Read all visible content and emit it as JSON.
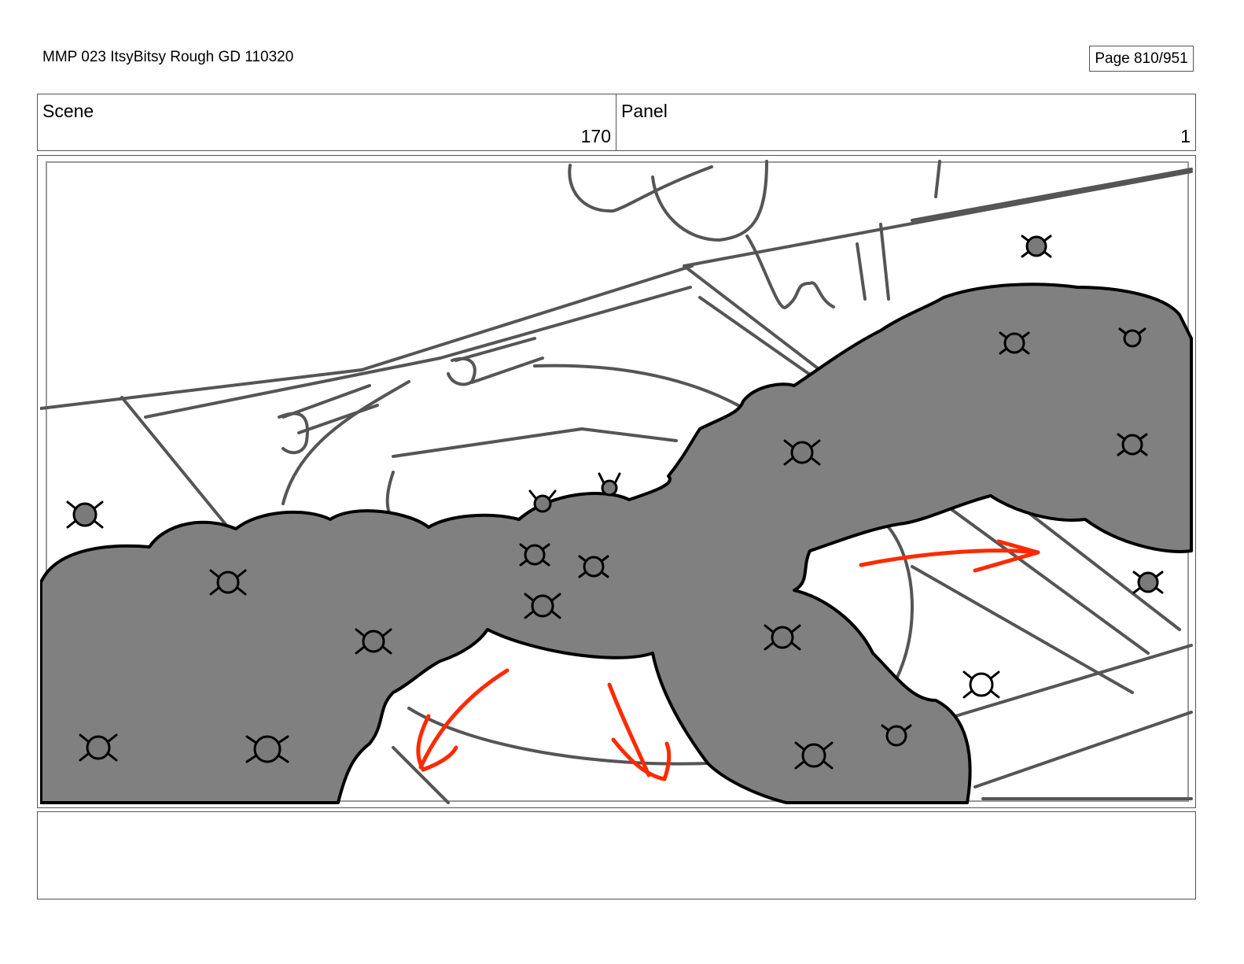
{
  "header": {
    "document_title": "MMP 023 ItsyBitsy Rough GD 110320",
    "page_label": "Page 810/951"
  },
  "info": {
    "scene_label": "Scene",
    "scene_value": "170",
    "panel_label": "Panel",
    "panel_value": "1"
  },
  "notes": {
    "text": ""
  },
  "colors": {
    "sketch_line": "#555555",
    "swarm_fill": "#808080",
    "ink": "#000000",
    "motion_arrow": "#ff2a00"
  }
}
